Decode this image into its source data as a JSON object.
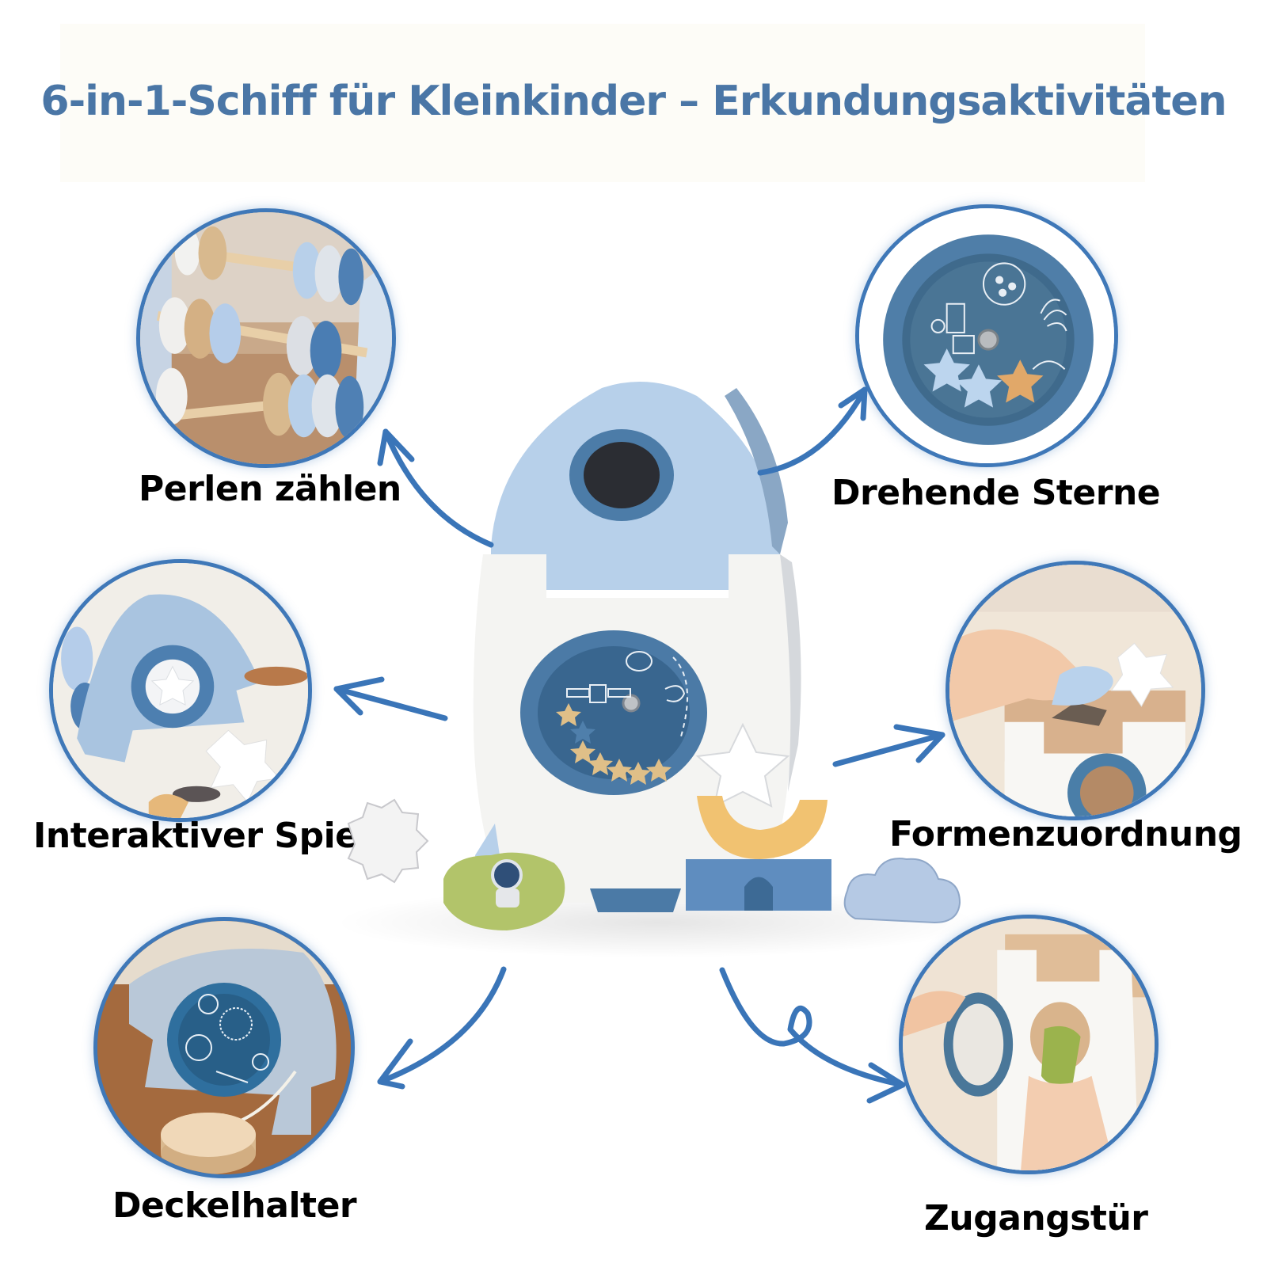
{
  "header": {
    "title": "6-in-1-Schiff für Kleinkinder – Erkundungsaktivitäten"
  },
  "features": [
    {
      "id": "beads",
      "label": "Perlen zählen",
      "position": "top-left",
      "image": "abacus-beads-closeup"
    },
    {
      "id": "stars",
      "label": "Drehende Sterne",
      "position": "top-right",
      "image": "spinning-stars-window"
    },
    {
      "id": "mirror",
      "label": "Interaktiver Spiegel",
      "position": "middle-left",
      "image": "rocket-mirror"
    },
    {
      "id": "shapes",
      "label": "Formenzuordnung",
      "position": "middle-right",
      "image": "shape-sorter-hand"
    },
    {
      "id": "lid",
      "label": "Deckelhalter",
      "position": "bottom-left",
      "image": "lid-holder-string"
    },
    {
      "id": "door",
      "label": "Zugangstür",
      "position": "bottom-right",
      "image": "access-door-hands"
    }
  ],
  "product": {
    "name": "rocket-activity-toy",
    "pieces": [
      "white-gear",
      "green-astronaut-planet",
      "white-star",
      "yellow-moon",
      "blue-arch",
      "blue-cloud"
    ]
  },
  "colors": {
    "title": "#4a76a6",
    "accent": "#3a75b8",
    "rocket_light_blue": "#b7cfe6",
    "rocket_dark_blue": "#4b7aa6",
    "rocket_white": "#f4f4f2",
    "label": "#000000"
  }
}
